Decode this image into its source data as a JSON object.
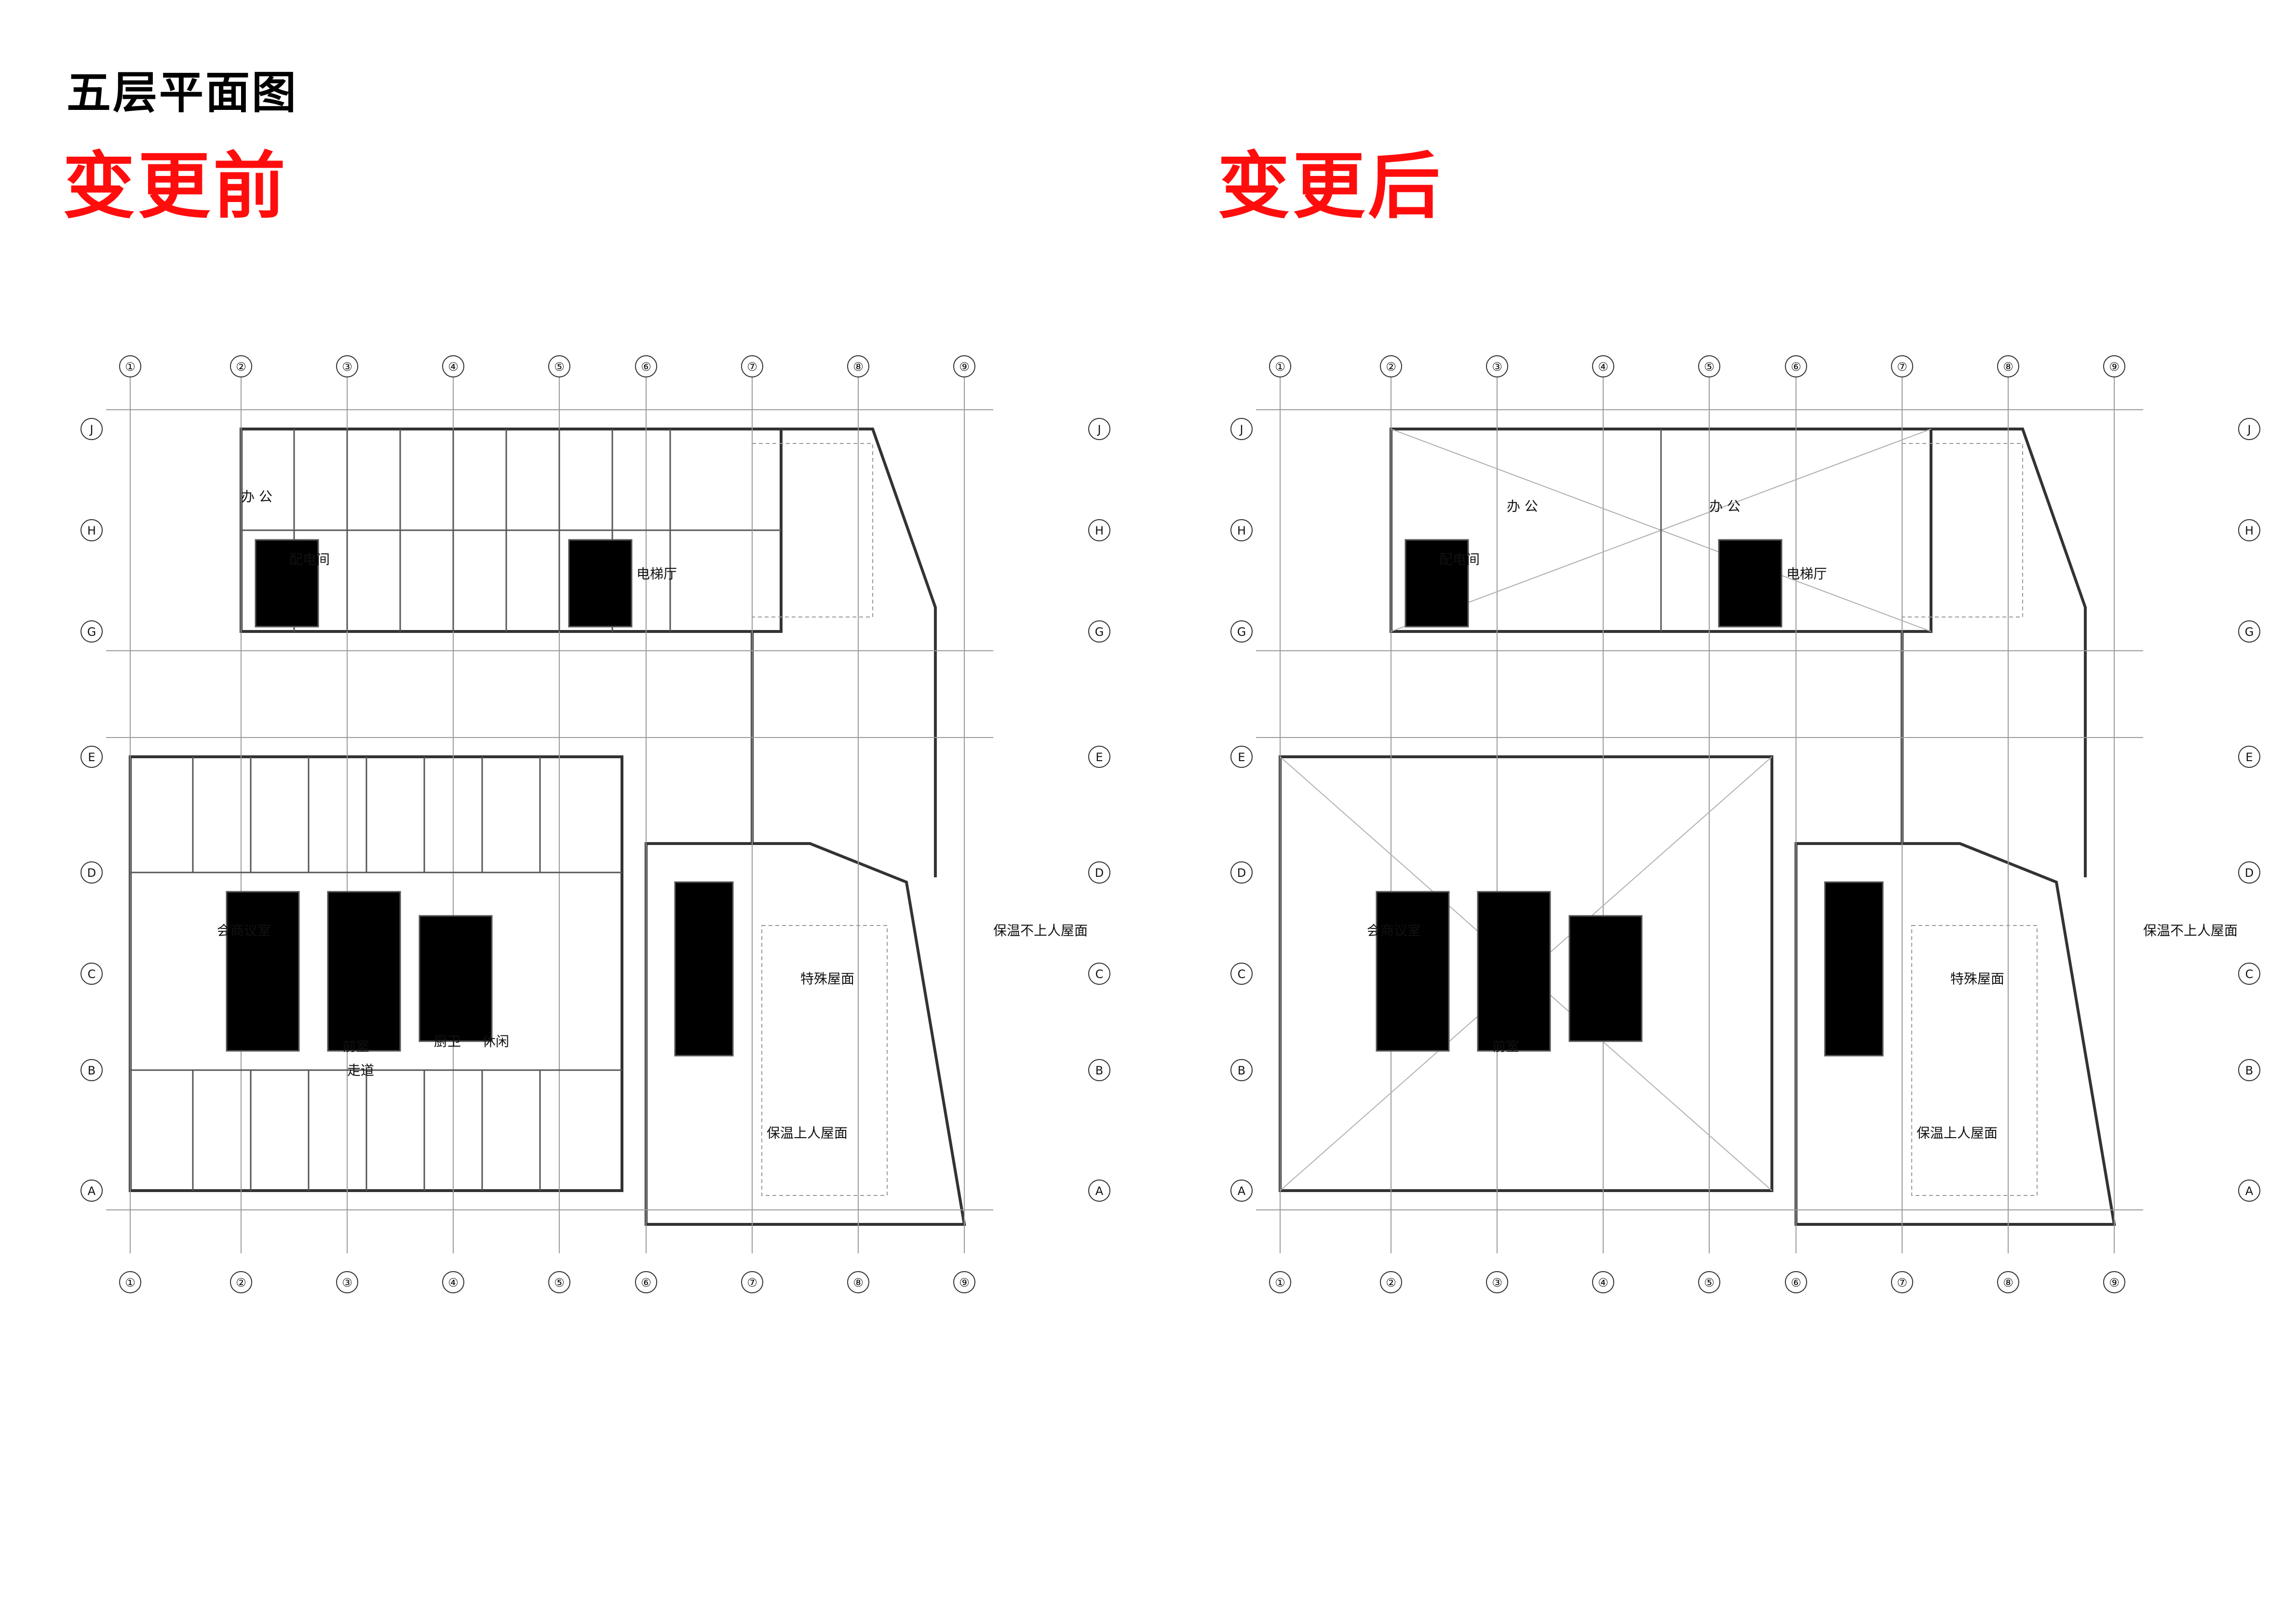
{
  "page_title": "五层平面图",
  "before": {
    "label": "变更前",
    "room_labels": [
      "办 公",
      "配电间",
      "电梯厅",
      "走道",
      "会商议室",
      "前室",
      "厨卫",
      "休闲",
      "特殊屋面",
      "保温上人屋面",
      "保温不上人屋面"
    ]
  },
  "after": {
    "label": "变更后",
    "room_labels": [
      "办 公",
      "办 公",
      "配电间",
      "电梯厅",
      "会商议室",
      "前室",
      "特殊屋面",
      "保温上人屋面",
      "保温不上人屋面"
    ]
  },
  "grid": {
    "columns": [
      "①",
      "②",
      "③",
      "④",
      "⑤",
      "⑥",
      "⑦",
      "⑧",
      "⑨"
    ],
    "rows": [
      "A",
      "B",
      "C",
      "D",
      "E",
      "G",
      "H",
      "J"
    ]
  }
}
